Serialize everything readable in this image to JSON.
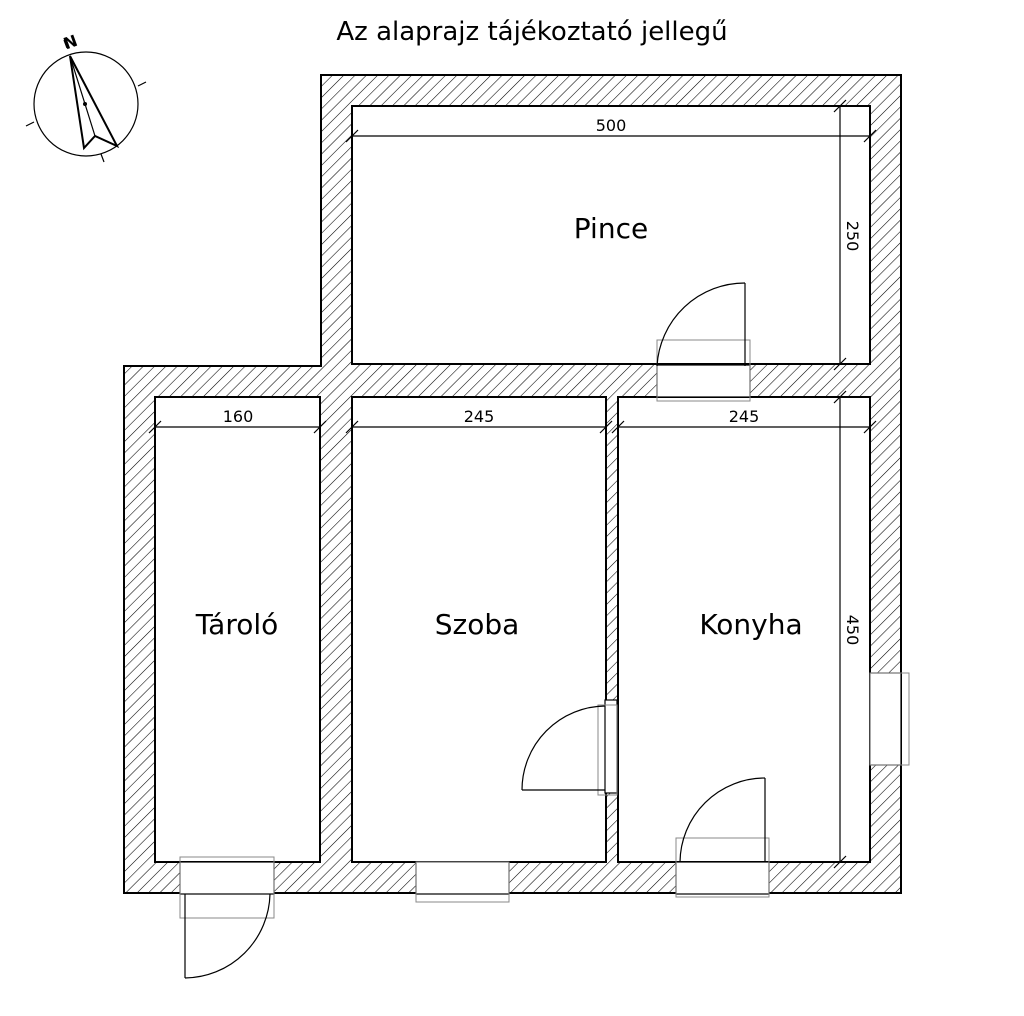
{
  "title": "Az alaprajz tájékoztató jellegű",
  "compass": {
    "north_label": "N"
  },
  "rooms": {
    "pince": "Pince",
    "tarolo": "Tároló",
    "szoba": "Szoba",
    "konyha": "Konyha"
  },
  "dimensions": {
    "pince_width": "500",
    "pince_depth": "250",
    "tarolo_width": "160",
    "szoba_width": "245",
    "konyha_width": "245",
    "depth_front": "450"
  }
}
